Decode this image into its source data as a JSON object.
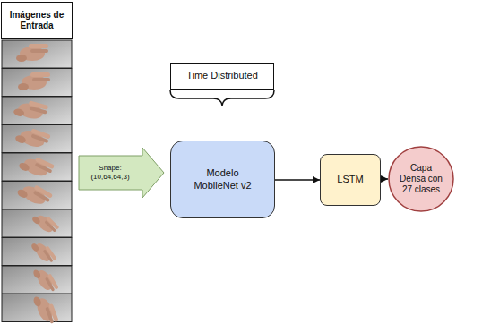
{
  "diagram": {
    "nodes": [
      {
        "text": [
          "Imágenes de Entrada"
        ]
      },
      {
        "text": [
          "Shape: (10,64,64,3)"
        ]
      },
      {
        "text": [
          "Time Distributed"
        ]
      },
      {
        "text": [
          "Modelo MobileNet v2"
        ]
      },
      {
        "text": [
          "LSTM"
        ]
      },
      {
        "text": [
          "Capa Densa con 27 clases"
        ]
      }
    ],
    "edges": [
      {
        "from": 3,
        "to": 4,
        "arrow": "to"
      },
      {
        "from": 4,
        "to": 5,
        "arrow": "to"
      }
    ]
  }
}
